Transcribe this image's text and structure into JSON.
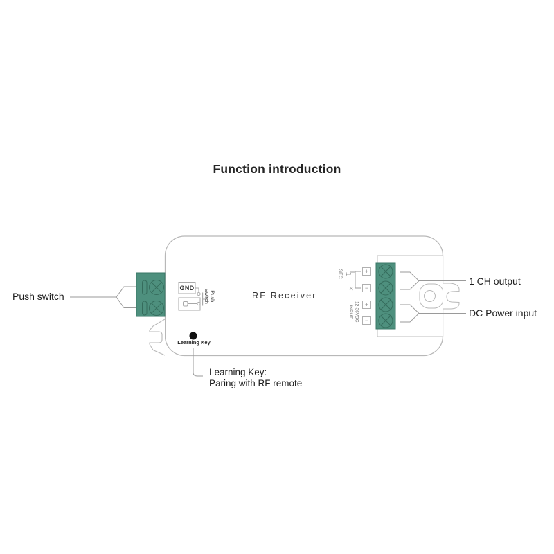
{
  "title": "Function introduction",
  "colors": {
    "terminal_green": "#4e907e",
    "terminal_green_dark": "#356c5c",
    "outline_gray": "#b8b8b8",
    "leader_gray": "#999999",
    "text_dark": "#1d1d1d"
  },
  "device": {
    "name_label": "RF Receiver",
    "gnd_label": "GND",
    "push_switch": {
      "line1": "Push",
      "line2": "Switch"
    },
    "learning_key": {
      "dot_label": "Learning Key"
    },
    "sec": {
      "label": "SEC",
      "channel": "1",
      "plus": "+",
      "minus": "−"
    },
    "input": {
      "label": "INPUT",
      "voltage": "12-36VDC",
      "plus": "+",
      "minus": "−"
    }
  },
  "annotations": {
    "push_switch": "Push switch",
    "ch_output": "1 CH output",
    "dc_power_input": "DC Power input",
    "learning_note_line1": "Learning Key:",
    "learning_note_line2": "Paring with RF remote"
  },
  "icons": {
    "screw_terminal": "circle-with-x",
    "learning_key_button": "filled-circle",
    "wire_connector": "chevron-arrow"
  }
}
